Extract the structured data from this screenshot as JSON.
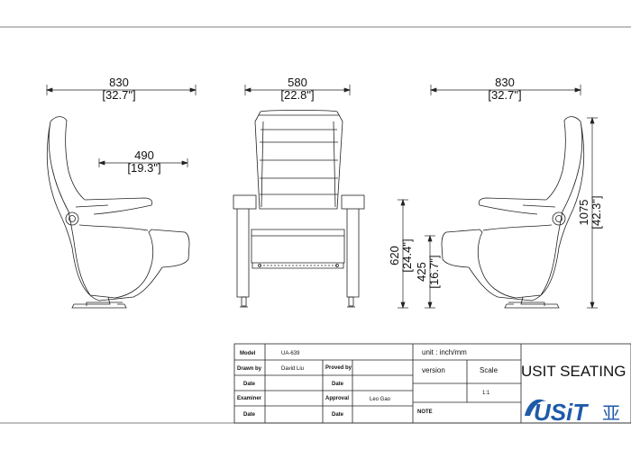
{
  "dimensions": {
    "side_left_depth": {
      "mm": "830",
      "inch": "[32.7\"]"
    },
    "front_width": {
      "mm": "580",
      "inch": "[22.8\"]"
    },
    "side_right_depth": {
      "mm": "830",
      "inch": "[32.7\"]"
    },
    "seat_depth": {
      "mm": "490",
      "inch": "[19.3\"]"
    },
    "armrest_height": {
      "mm": "620",
      "inch": "[24.4\"]"
    },
    "seat_height": {
      "mm": "425",
      "inch": "[16.7\"]"
    },
    "overall_height": {
      "mm": "1075",
      "inch": "[42.3\"]"
    }
  },
  "title_block": {
    "model_label": "Model",
    "model_value": "UA-639",
    "drawn_by_label": "Drawn by",
    "drawn_by_value": "David Liu",
    "proved_by_label": "Proved by",
    "date_label": "Date",
    "examiner_label": "Examiner",
    "approval_label": "Approval",
    "approval_value": "Leo Gao",
    "unit_text": "unit : inch/mm",
    "version_label": "version",
    "scale_label": "Scale",
    "scale_value": "1:1",
    "note_label": "NOTE"
  },
  "brand": {
    "company_name": "USIT SEATING",
    "logo_text": "USiT",
    "logo_cjk": "亚",
    "logo_color": "#1e5aa8"
  }
}
